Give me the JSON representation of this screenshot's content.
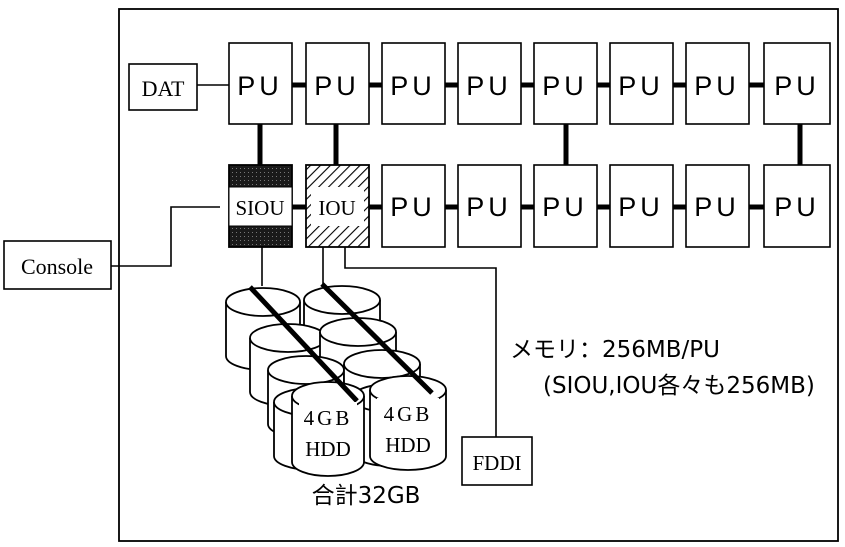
{
  "nodes": {
    "dat": "DAT",
    "console": "Console",
    "pu": "PU",
    "siou": "SIOU",
    "iou": "IOU",
    "fddi": "FDDI"
  },
  "hdd": {
    "capacity": "4GB",
    "label": "HDD",
    "total": "合計32GB"
  },
  "notes": {
    "memory": "メモリ：256MB/PU",
    "memory_sub": "(SIOU,IOU各々も256MB)"
  },
  "colors": {
    "line": "#000000",
    "siou_fill": "#222222"
  }
}
